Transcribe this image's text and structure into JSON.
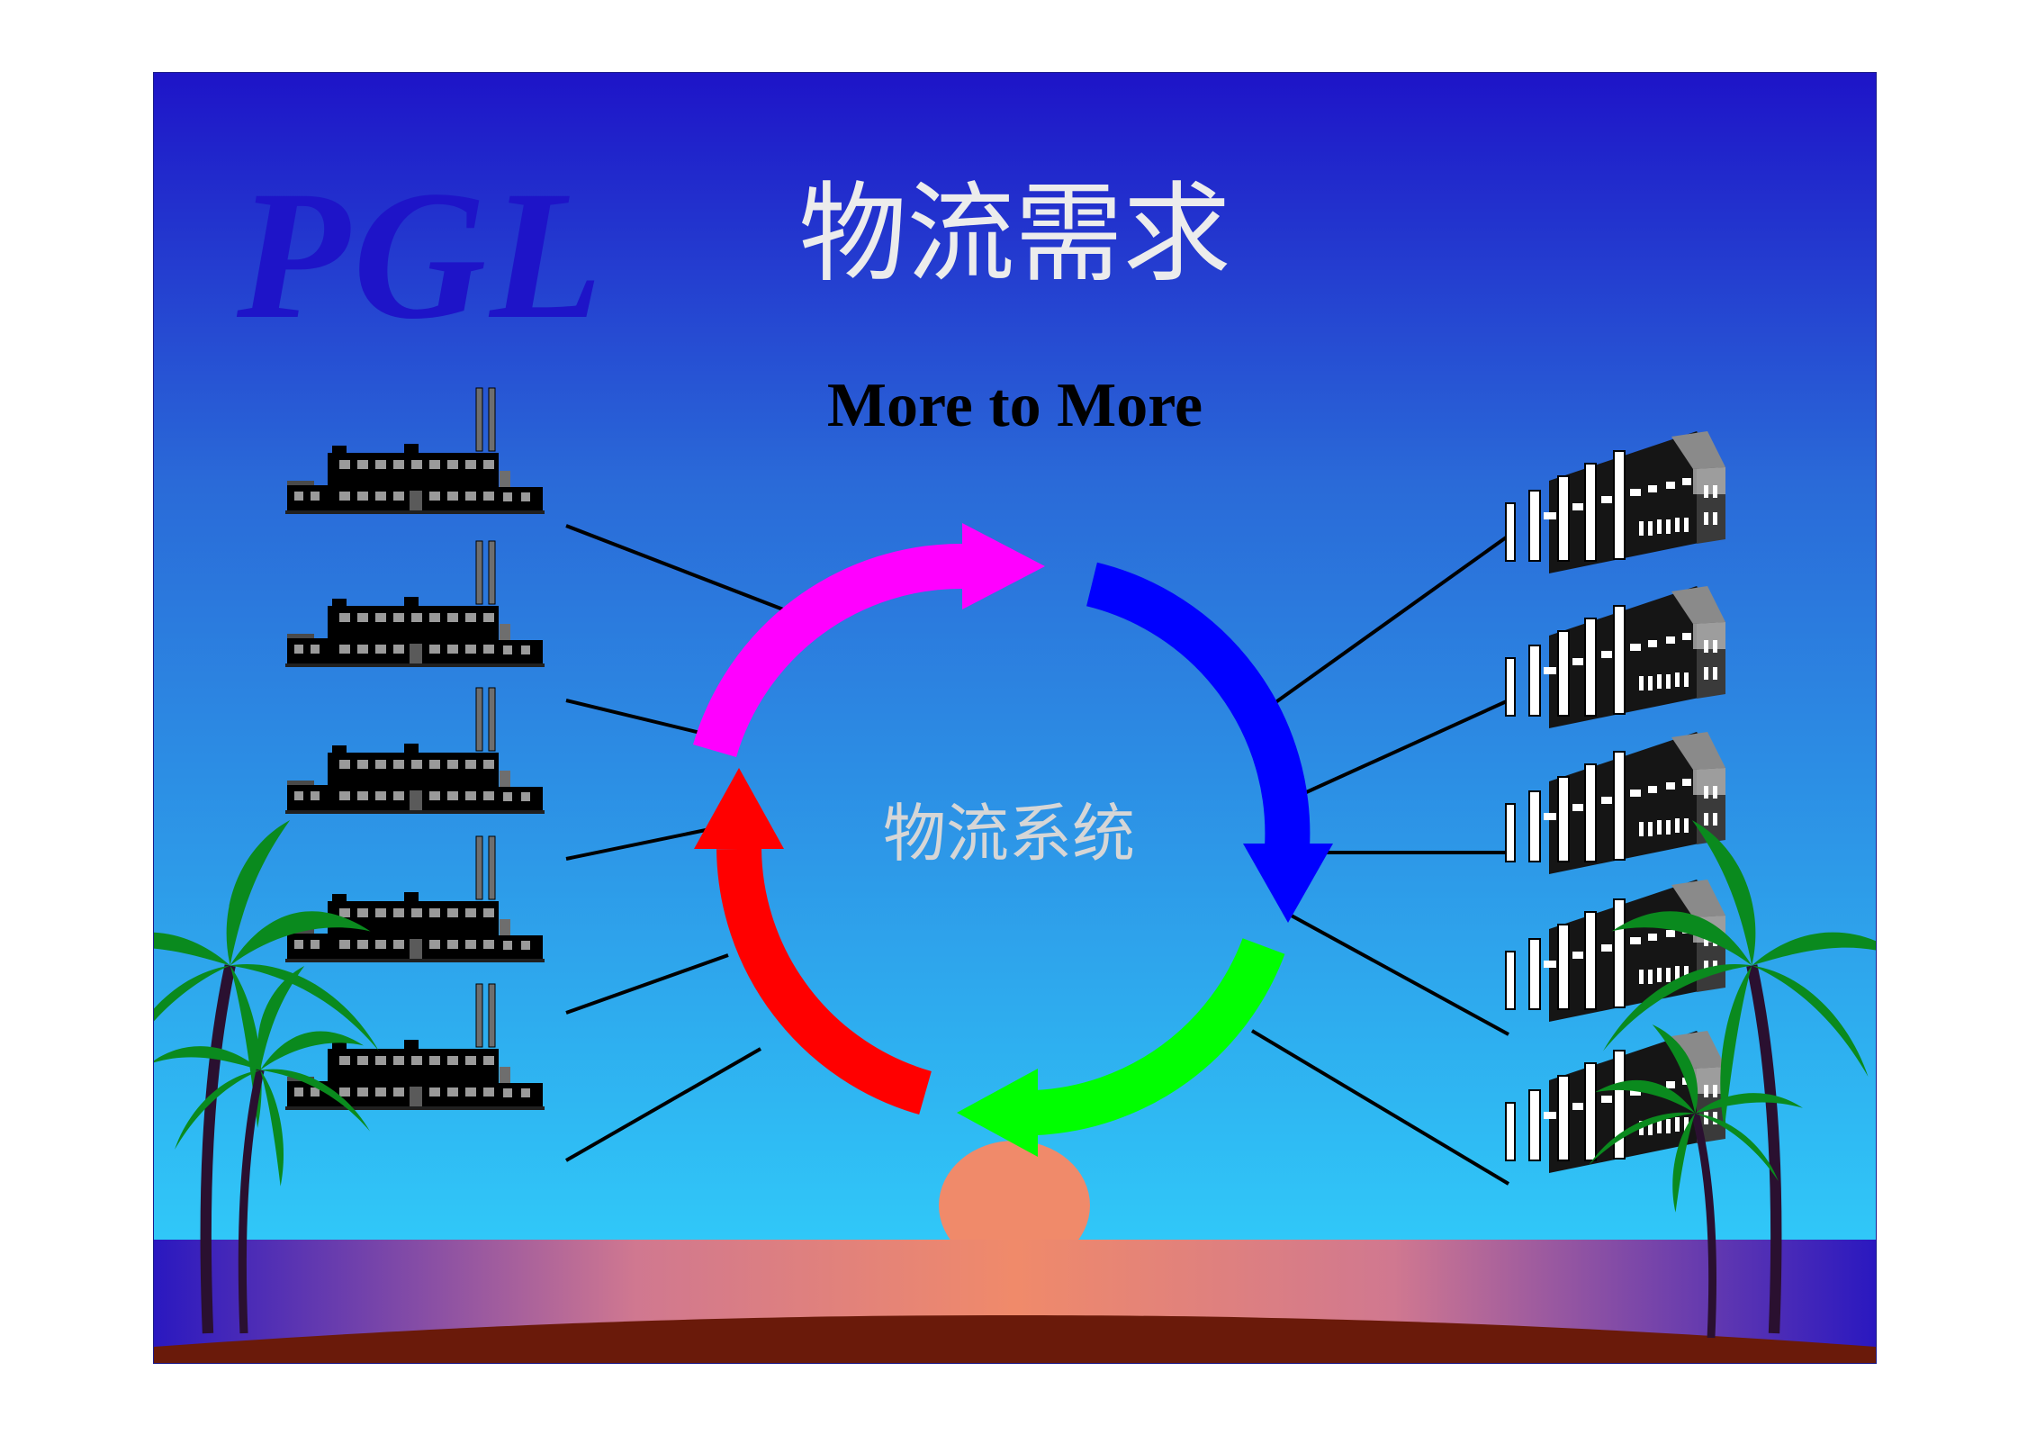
{
  "slide": {
    "logo": "PGL",
    "title": "物流需求",
    "subtitle": "More to More",
    "center_label": "物流系统"
  },
  "colors": {
    "sky_top": "#1e14c8",
    "sky_bottom": "#30c8f8",
    "arc_top_left": "#ff00ff",
    "arc_right": "#0000ff",
    "arc_bottom_right": "#00ff00",
    "arc_left": "#ff0000",
    "sun": "#f08a6a",
    "palm": "#0a8a1e",
    "ground": "#6a1a0a"
  },
  "icons": {
    "left_nodes": "factory-icon",
    "right_nodes": "office-building-icon"
  }
}
